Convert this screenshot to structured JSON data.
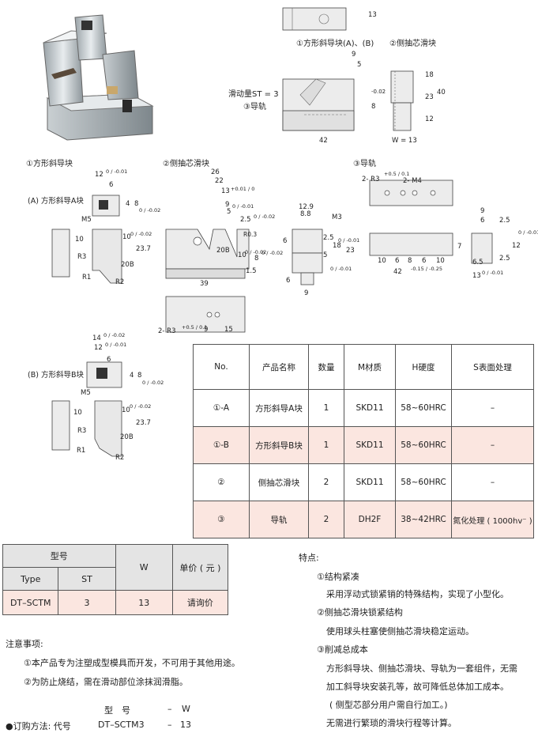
{
  "top_views": {
    "label1": "①方形斜导块(A)、(B)",
    "label2": "②侧抽芯滑块",
    "label_stroke": "滑动量ST = 3",
    "label3": "③导轨",
    "d13": "13",
    "d9": "9",
    "d5": "5",
    "d8": "8",
    "d002": "-0.02",
    "d18": "18",
    "d23": "23",
    "d40": "40",
    "d12": "12",
    "d42": "42",
    "w13": "W = 13"
  },
  "section1": {
    "title": "①方形斜导块",
    "subA": "(A) 方形斜导A块",
    "dims": {
      "d12": "12",
      "t12": "0 / -0.01",
      "d6": "6",
      "d4": "4",
      "d8": "8",
      "t8": "0 / -0.02",
      "m5": "M5",
      "d10": "10",
      "d10b": "10",
      "t10": "0 / -0.02",
      "r3": "R3",
      "r1": "R1",
      "r2": "R2",
      "d20b": "20B",
      "d237": "23.7"
    }
  },
  "section2": {
    "title": "②侧抽芯滑块",
    "dims": {
      "d26": "26",
      "d22": "22",
      "d13": "13",
      "t13": "+0.01 / 0",
      "d9": "9",
      "t9": "0 / -0.01",
      "d5": "5",
      "d25": "2.5",
      "t25": "0 / -0.02",
      "r03": "R0.3",
      "d20b": "20B",
      "d10": "10",
      "t10": "0 / -0.02",
      "d8": "8",
      "t8": "0 / -0.02",
      "d15": "1.5",
      "d39": "39",
      "d2r3": "2- R3",
      "t2r3": "+0.5 / 0.1",
      "d9b": "9",
      "d15b": "15"
    },
    "front": {
      "d129": "12.9",
      "d88": "8.8",
      "m3": "M3",
      "d6": "6",
      "d25": "2.5",
      "d5": "5",
      "t5": "0 / -0.01",
      "d18": "18",
      "t18": "0 / -0.01",
      "d23": "23",
      "d6b": "6",
      "d9": "9"
    }
  },
  "section3": {
    "title": "③导轨",
    "top": {
      "r3": "2- R3",
      "t": "+0.5 / 0.1",
      "m4": "2- M4"
    },
    "front": {
      "d10a": "10",
      "d6a": "6",
      "d8a": "8",
      "d6b": "6",
      "d10b": "10",
      "d42": "42",
      "t42": "-0.15 / -0.25",
      "d7": "7"
    },
    "side": {
      "d9": "9",
      "d6": "6",
      "d25a": "2.5",
      "d12": "12",
      "t12": "0 / -0.01",
      "d65": "6.5",
      "d25b": "2.5",
      "d13": "13",
      "t13": "0 / -0.01"
    }
  },
  "sectionB": {
    "subB": "(B) 方形斜导B块",
    "dims": {
      "d14": "14",
      "t14": "0 / -0.02",
      "d12": "12",
      "t12": "0 / -0.01",
      "d6": "6",
      "d4": "4",
      "d8": "8",
      "t8": "0 / -0.02",
      "m5": "M5",
      "d10": "10",
      "d10b": "10",
      "t10": "0 / -0.02",
      "r3": "R3",
      "r1": "R1",
      "r2": "R2",
      "d20b": "20B",
      "d237": "23.7"
    }
  },
  "spec_table": {
    "headers": [
      "No.",
      "产品名称",
      "数量",
      "M材质",
      "H硬度",
      "S表面处理"
    ],
    "rows": [
      [
        "①-A",
        "方形斜导A块",
        "1",
        "SKD11",
        "58~60HRC",
        "–"
      ],
      [
        "①-B",
        "方形斜导B块",
        "1",
        "SKD11",
        "58~60HRC",
        "–"
      ],
      [
        "②",
        "侧抽芯滑块",
        "2",
        "SKD11",
        "58~60HRC",
        "–"
      ],
      [
        "③",
        "导轨",
        "2",
        "DH2F",
        "38~42HRC",
        "氮化处理 ( 1000hv⁻ )"
      ]
    ]
  },
  "price_table": {
    "model": "型号",
    "w": "W",
    "price": "单价 ( 元 )",
    "type": "Type",
    "st": "ST",
    "row": {
      "type": "DT–SCTM",
      "st": "3",
      "w": "13",
      "price": "请询价"
    }
  },
  "notes": {
    "title": "注意事项:",
    "items": [
      "①本产品专为注塑成型模具而开发，不可用于其他用途。",
      "②为防止烧结，需在滑动部位涂抹润滑脂。"
    ]
  },
  "order": {
    "head_model": "型　号",
    "head_dash": "–",
    "head_w": "W",
    "label": "●订购方法: 代号",
    "code": "DT–SCTM3",
    "dash": "–",
    "w": "13"
  },
  "features": {
    "title": "特点:",
    "items": [
      {
        "head": "①结构紧凑",
        "body": [
          "采用浮动式锁紧销的特殊结构，实现了小型化。"
        ]
      },
      {
        "head": "②侧抽芯滑块锁紧结构",
        "body": [
          "使用球头柱塞使侧抽芯滑块稳定运动。"
        ]
      },
      {
        "head": "③削减总成本",
        "body": [
          "方形斜导块、侧抽芯滑块、导轨为一套组件，无需",
          "加工斜导块安装孔等，故可降低总体加工成本。",
          "( 侧型芯部分用户需自行加工。)",
          "无需进行繁琐的滑块行程等计算。"
        ]
      }
    ]
  }
}
